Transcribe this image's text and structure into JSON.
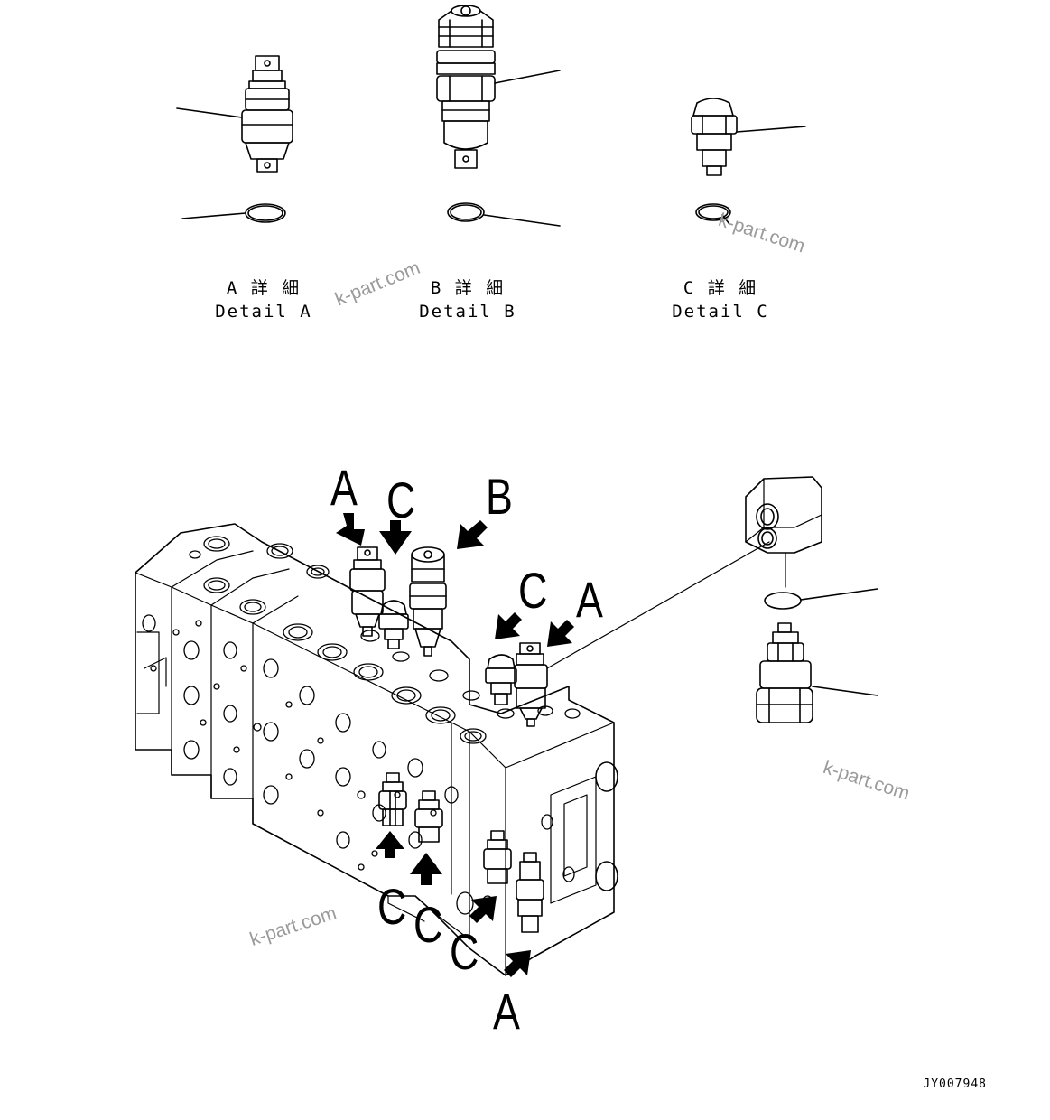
{
  "details": [
    {
      "jp": "A 詳 細",
      "en": "Detail A"
    },
    {
      "jp": "B 詳 細",
      "en": "Detail B"
    },
    {
      "jp": "C 詳 細",
      "en": "Detail C"
    }
  ],
  "callouts": {
    "top_a": "A",
    "top_c": "C",
    "top_b": "B",
    "mid_c": "C",
    "mid_a": "A",
    "low_c1": "C",
    "low_c2": "C",
    "low_c3": "C",
    "low_a": "A"
  },
  "watermarks": [
    "k-part.com",
    "k-part.com",
    "k-part.com",
    "k-part.com"
  ],
  "drawing_code": "JY007948"
}
